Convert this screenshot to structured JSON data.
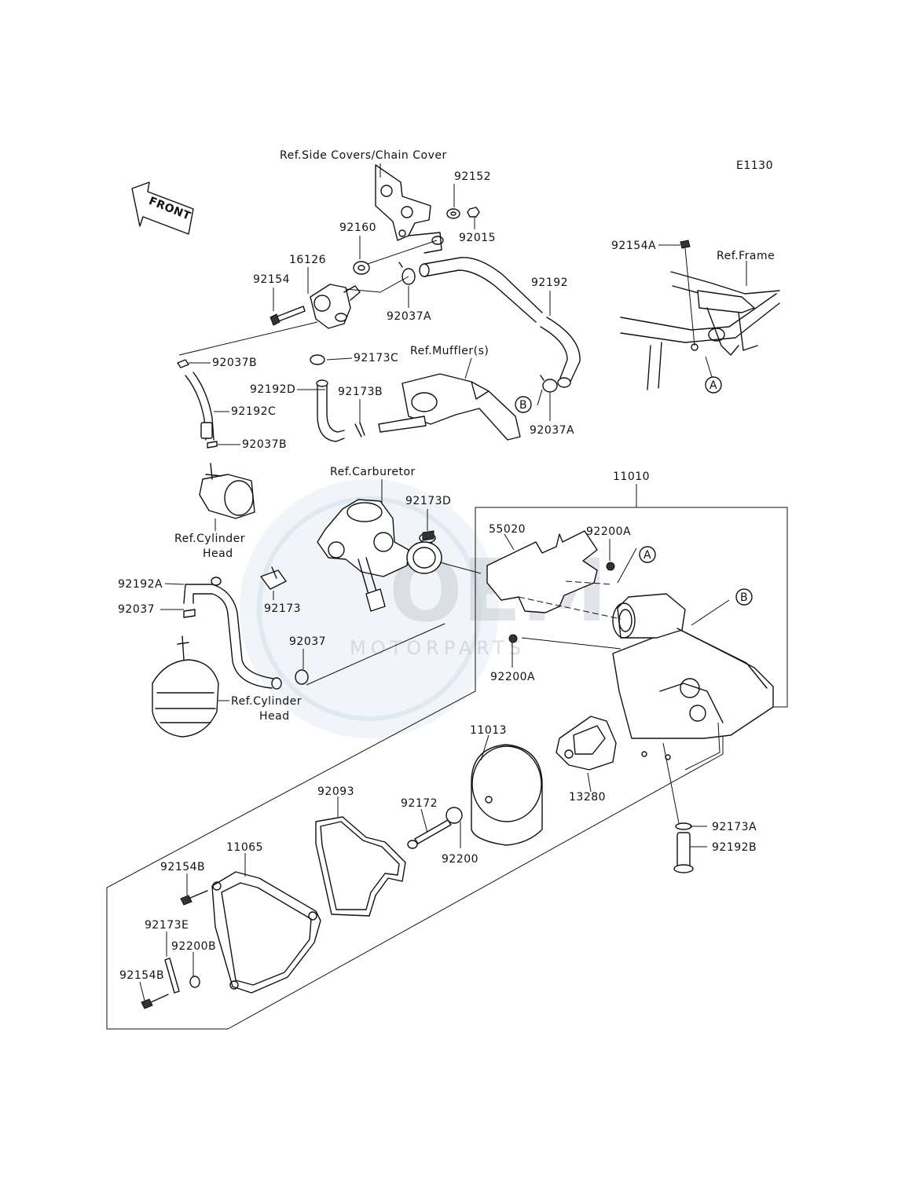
{
  "diagram_code": "E1130",
  "watermark": {
    "brand": "OEM",
    "sub": "MOTORPARTS"
  },
  "front_arrow": "FRONT",
  "callouts": {
    "a": "A",
    "b": "B"
  },
  "labels": {
    "ref_side_covers": "Ref.Side Covers/Chain Cover",
    "p92152": "92152",
    "p92015": "92015",
    "p92160": "92160",
    "p16126": "16126",
    "p92154": "92154",
    "p92037A_top": "92037A",
    "p92192": "92192",
    "p92154A": "92154A",
    "ref_frame": "Ref.Frame",
    "p92037B_1": "92037B",
    "p92173C": "92173C",
    "ref_muffler": "Ref.Muffler(s)",
    "p92192D": "92192D",
    "p92173B": "92173B",
    "p92192C": "92192C",
    "p92037B_2": "92037B",
    "p92037A_bottom": "92037A",
    "ref_carburetor": "Ref.Carburetor",
    "p11010": "11010",
    "p92173D": "92173D",
    "p55020": "55020",
    "p92200A_1": "92200A",
    "ref_cyl_head_1a": "Ref.Cylinder",
    "ref_cyl_head_1b": "Head",
    "p92192A": "92192A",
    "p92173": "92173",
    "p92037_left": "92037",
    "p92037": "92037",
    "p92200A_2": "92200A",
    "ref_cyl_head_2a": "Ref.Cylinder",
    "ref_cyl_head_2b": "Head",
    "p11013": "11013",
    "p13280": "13280",
    "p92093": "92093",
    "p92172": "92172",
    "p92200": "92200",
    "p92173A": "92173A",
    "p92192B": "92192B",
    "p11065": "11065",
    "p92154B_1": "92154B",
    "p92173E": "92173E",
    "p92200B": "92200B",
    "p92154B_2": "92154B"
  }
}
